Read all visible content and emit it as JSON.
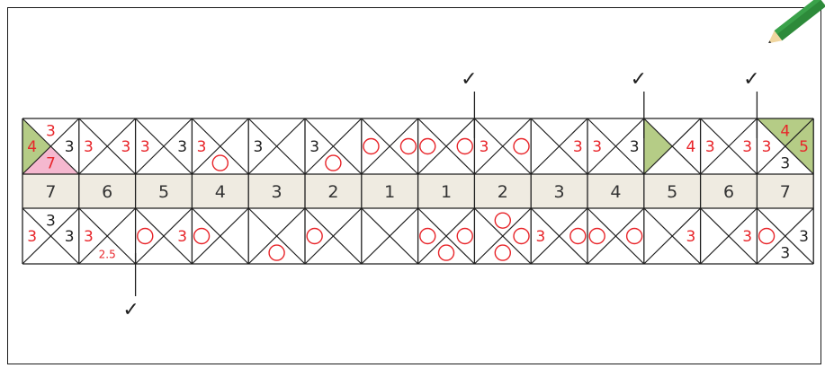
{
  "row_numbers": [
    "7",
    "6",
    "5",
    "4",
    "3",
    "2",
    "1",
    "1",
    "2",
    "3",
    "4",
    "5",
    "6",
    "7"
  ],
  "colors": {
    "red": "#e8252a",
    "black": "#1f1f1f",
    "green": "#b5cc86",
    "pink": "#f5b8cf",
    "beige": "#efebe1",
    "line": "#1f1f1f"
  },
  "top_row": [
    {
      "fill": {
        "left": "green",
        "bottom": "pink"
      },
      "labels": [
        [
          "top",
          "3",
          "red"
        ],
        [
          "left",
          "4",
          "red"
        ],
        [
          "right",
          "3",
          "black"
        ],
        [
          "bottom",
          "7",
          "red"
        ]
      ]
    },
    {
      "labels": [
        [
          "left",
          "3",
          "red"
        ],
        [
          "right",
          "3",
          "red"
        ]
      ]
    },
    {
      "labels": [
        [
          "left",
          "3",
          "red"
        ],
        [
          "right",
          "3",
          "black"
        ]
      ]
    },
    {
      "labels": [
        [
          "left",
          "3",
          "red"
        ],
        [
          "bottom",
          "circle",
          "red"
        ]
      ]
    },
    {
      "labels": [
        [
          "left",
          "3",
          "black"
        ]
      ]
    },
    {
      "labels": [
        [
          "left",
          "3",
          "black"
        ],
        [
          "bottom",
          "circle",
          "red"
        ]
      ]
    },
    {
      "labels": [
        [
          "left",
          "circle",
          "red"
        ],
        [
          "right",
          "circle",
          "red"
        ]
      ]
    },
    {
      "labels": [
        [
          "left",
          "circle",
          "red"
        ],
        [
          "right",
          "circle",
          "red"
        ]
      ]
    },
    {
      "labels": [
        [
          "left",
          "3",
          "red"
        ],
        [
          "right",
          "circle",
          "red"
        ]
      ]
    },
    {
      "labels": [
        [
          "right",
          "3",
          "red"
        ]
      ]
    },
    {
      "labels": [
        [
          "left",
          "3",
          "red"
        ],
        [
          "right",
          "3",
          "black"
        ]
      ]
    },
    {
      "fill": {
        "left": "green"
      },
      "labels": [
        [
          "right",
          "4",
          "red"
        ]
      ]
    },
    {
      "labels": [
        [
          "left",
          "3",
          "red"
        ],
        [
          "right",
          "3",
          "red"
        ]
      ]
    },
    {
      "fill": {
        "top": "green",
        "right": "green"
      },
      "labels": [
        [
          "left",
          "3",
          "red"
        ],
        [
          "top",
          "4",
          "red"
        ],
        [
          "right",
          "5",
          "red"
        ],
        [
          "bottom",
          "3",
          "black"
        ]
      ]
    }
  ],
  "bottom_row": [
    {
      "labels": [
        [
          "top",
          "3",
          "black"
        ],
        [
          "left",
          "3",
          "red"
        ],
        [
          "right",
          "3",
          "black"
        ]
      ]
    },
    {
      "labels": [
        [
          "left",
          "3",
          "red"
        ],
        [
          "bottom",
          "2.5",
          "red"
        ]
      ]
    },
    {
      "labels": [
        [
          "left",
          "circle",
          "red"
        ],
        [
          "right",
          "3",
          "red"
        ]
      ]
    },
    {
      "labels": [
        [
          "left",
          "circle",
          "red"
        ]
      ]
    },
    {
      "labels": [
        [
          "bottom",
          "circle",
          "red"
        ]
      ]
    },
    {
      "labels": [
        [
          "left",
          "circle",
          "red"
        ]
      ]
    },
    {
      "labels": []
    },
    {
      "labels": [
        [
          "left",
          "circle",
          "red"
        ],
        [
          "right",
          "circle",
          "red"
        ],
        [
          "bottom",
          "circle",
          "red"
        ]
      ]
    },
    {
      "labels": [
        [
          "top",
          "circle",
          "red"
        ],
        [
          "right",
          "circle",
          "red"
        ],
        [
          "bottom",
          "circle",
          "red"
        ]
      ]
    },
    {
      "labels": [
        [
          "left",
          "3",
          "red"
        ],
        [
          "right",
          "circle",
          "red"
        ]
      ]
    },
    {
      "labels": [
        [
          "left",
          "circle",
          "red"
        ],
        [
          "right",
          "circle",
          "red"
        ]
      ]
    },
    {
      "labels": [
        [
          "right",
          "3",
          "red"
        ]
      ]
    },
    {
      "labels": [
        [
          "right",
          "3",
          "red"
        ]
      ]
    },
    {
      "labels": [
        [
          "left",
          "circle",
          "red"
        ],
        [
          "right",
          "3",
          "black"
        ],
        [
          "bottom",
          "3",
          "black"
        ]
      ]
    }
  ],
  "checkmarks": [
    {
      "col": 8,
      "position": "top",
      "row": "top"
    },
    {
      "col": 11,
      "position": "top",
      "row": "top"
    },
    {
      "col": 13,
      "position": "top",
      "row": "top"
    },
    {
      "col": 2,
      "position": "bottom",
      "row": "bottom"
    }
  ],
  "check_glyph": "✓",
  "icon": "pencil-icon"
}
